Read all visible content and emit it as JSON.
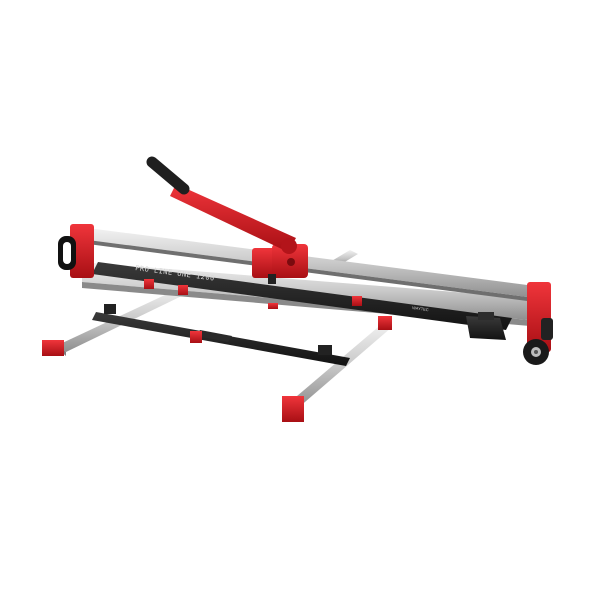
{
  "image": {
    "subject": "tile-cutter",
    "background_color": "#ffffff"
  },
  "product": {
    "rail_label": "PRO LINE ONE 1200",
    "brand_mark": "WAYTEC",
    "colors": {
      "frame_red": "#e11b22",
      "frame_red_dark": "#a80f14",
      "rail_silver": "#c9c9c9",
      "rail_silver_dark": "#8e8e8e",
      "base_black": "#1e1e1e",
      "handle_grip": "#2a2a2a"
    },
    "icons": {
      "wheel": "wheel-icon",
      "handle": "lever-handle"
    }
  }
}
